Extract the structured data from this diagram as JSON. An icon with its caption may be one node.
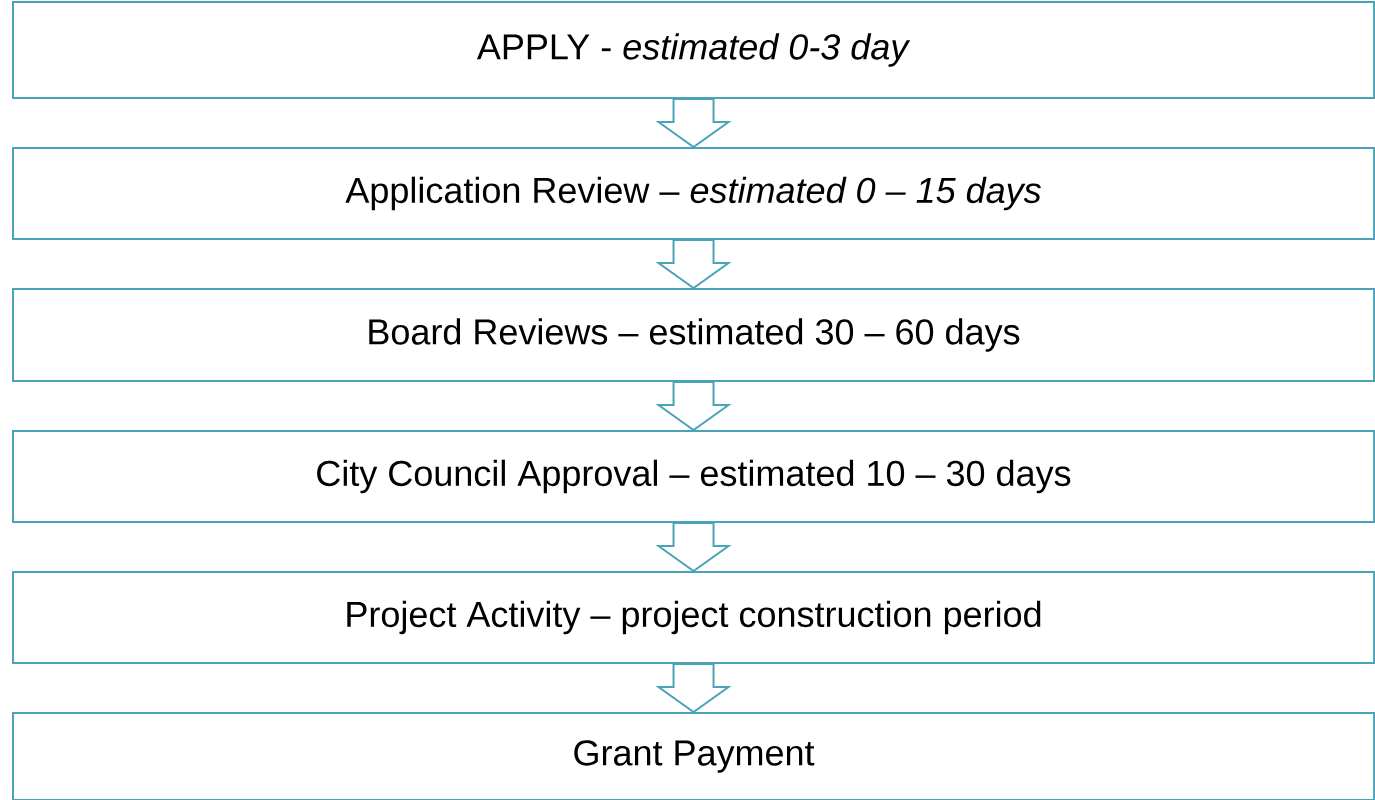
{
  "diagram": {
    "nodes": [
      {
        "text": [
          "APPLY - *estimated 0-3 day*"
        ]
      },
      {
        "text": [
          "Application Review – *estimated 0 – 15 days*"
        ]
      },
      {
        "text": [
          "Board Reviews – estimated 30 – 60 days"
        ]
      },
      {
        "text": [
          "City Council Approval – estimated 10 – 30 days"
        ]
      },
      {
        "text": [
          "Project Activity – project construction period"
        ]
      },
      {
        "text": [
          "Grant Payment"
        ]
      }
    ],
    "edges": [
      {
        "from": 0,
        "to": 1,
        "arrow": "to"
      },
      {
        "from": 1,
        "to": 2,
        "arrow": "to"
      },
      {
        "from": 2,
        "to": 3,
        "arrow": "to"
      },
      {
        "from": 3,
        "to": 4,
        "arrow": "to"
      },
      {
        "from": 4,
        "to": 5,
        "arrow": "to"
      }
    ]
  }
}
